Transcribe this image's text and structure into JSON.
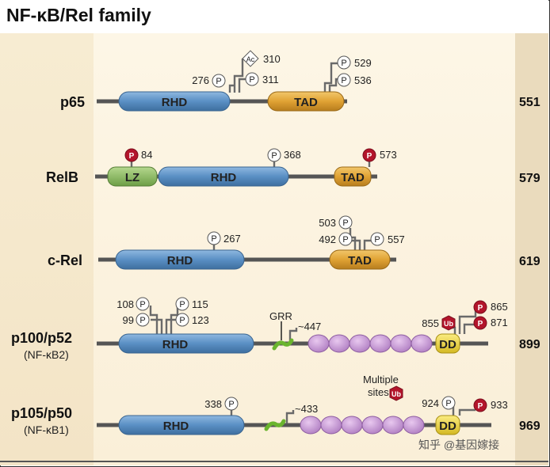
{
  "title": "NF-κB/Rel family",
  "proteins": [
    {
      "name": "p65",
      "alt": "",
      "length": "551"
    },
    {
      "name": "RelB",
      "alt": "",
      "length": "579"
    },
    {
      "name": "c-Rel",
      "alt": "",
      "length": "619"
    },
    {
      "name": "p100/p52",
      "alt": "(NF-κB2)",
      "length": "899"
    },
    {
      "name": "p105/p50",
      "alt": "(NF-κB1)",
      "length": "969"
    }
  ],
  "domains": {
    "rhd": "RHD",
    "tad": "TAD",
    "lz": "LZ",
    "dd": "DD",
    "grr": "GRR"
  },
  "marks": {
    "p": "P",
    "ac": "Ac",
    "ub": "Ub"
  },
  "p65_sites": [
    "276",
    "310",
    "311",
    "529",
    "536"
  ],
  "relb_sites": [
    "84",
    "368",
    "573"
  ],
  "crel_sites": [
    "267",
    "503",
    "492",
    "557"
  ],
  "p100_sites": [
    "108",
    "99",
    "115",
    "123",
    "~447",
    "855",
    "865",
    "871"
  ],
  "p105_sites": [
    "338",
    "~433",
    "924",
    "933"
  ],
  "multiple_sites": [
    "Multiple",
    "sites"
  ],
  "watermark": "知乎 @基因嫁接",
  "colors": {
    "rhd": "#5a8fc4",
    "tad": "#e5a93a",
    "lz": "#8fc063",
    "dd": "#ecd63a",
    "ank": "#c99ad6",
    "phos_red": "#b3152b",
    "grr": "#6ab42e"
  }
}
